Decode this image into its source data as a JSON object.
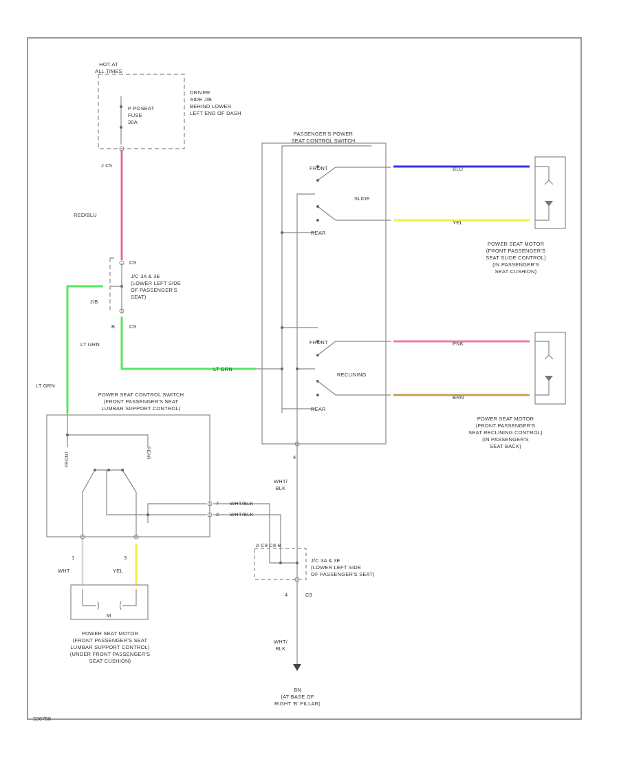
{
  "labels": {
    "hot_at_all_times": "HOT AT\nALL TIMES",
    "jb_desc": "DRIVER\nSIDE J/B\nBEHIND LOWER\nLEFT END OF DASH",
    "fuse": "P POSEAT\nFUSE\n30A",
    "j_top": "J C5",
    "wire_red_blu": "RED/BLU",
    "jc_upper_desc": "J/C 3A & 3E\n(LOWER LEFT SIDE\nOF PASSENGER'S\nSEAT)",
    "jc_upper_pin_top": "C9",
    "jc_upper_pin_left": "J/B",
    "jc_upper_pin_b": "B",
    "jc_upper_pin_bottom": "C9",
    "wire_lt_grn_1": "LT GRN",
    "wire_lt_grn_2": "LT GRN",
    "wire_lt_grn_3": "LT GRN",
    "switch_title": "PASSENGER'S POWER\nSEAT CONTROL SWITCH",
    "slide_front": "FRONT",
    "slide_rear": "REAR",
    "slide": "SLIDE",
    "recl_front": "FRONT",
    "recl_rear": "REAR",
    "reclining": "RECLINING",
    "wire_blu": "BLU",
    "wire_yel_1": "YEL",
    "wire_pnk": "PNK",
    "wire_brn": "BRN",
    "motor_slide_desc": "POWER SEAT MOTOR\n(FRONT PASSENGER'S\nSEAT SLIDE CONTROL)\n(IN PASSENGER'S\nSEAT CUSHION)",
    "motor_recl_desc": "POWER SEAT MOTOR\n(FRONT PASSENGER'S\nSEAT RECLINING CONTROL)\n(IN PASSENGER'S\nSEAT BACK)",
    "lumbar_title": "POWER SEAT CONTROL SWITCH\n(FRONT PASSENGER'S SEAT\nLUMBAR SUPPORT CONTROL)",
    "lumbar_front": "FRONT",
    "lumbar_rear": "REAR",
    "wire_wht_blk_1": "WHT/BLK",
    "wire_wht_blk_2": "WHT/BLK",
    "wire_wht_blk_3": "WHT/\nBLK",
    "wire_wht_blk_4": "WHT/\nBLK",
    "wire_wht": "WHT",
    "wire_yel_2": "YEL",
    "jc_lower_desc": "J/C 3A & 3E\n(LOWER LEFT SIDE\nOF PASSENGER'S SEAT)",
    "jc_lower_pins": "A  C9  C8  B",
    "jc_lower_pin_bottom": "C9",
    "pin_4": "4",
    "pin_7": "7",
    "pin_1": "1",
    "pin_2": "2",
    "pin_3": "3",
    "motor_lumbar_desc": "POWER SEAT MOTOR\n(FRONT PASSENGER'S SEAT\nLUMBAR SUPPORT CONTROL)\n(UNDER FRONT PASSENGER'S\nSEAT CUSHION)",
    "motor_m": "M",
    "ground": "BN\n(AT BASE OF\nRIGHT 'B' PILLAR)",
    "footer": "226758"
  },
  "colors": {
    "red_blu": "#e06c9f",
    "lt_grn": "#55e85f",
    "blu": "#2b35e8",
    "yel": "#f4f03c",
    "pnk": "#f07aa2",
    "brn": "#c1a14c",
    "line": "#888888"
  }
}
